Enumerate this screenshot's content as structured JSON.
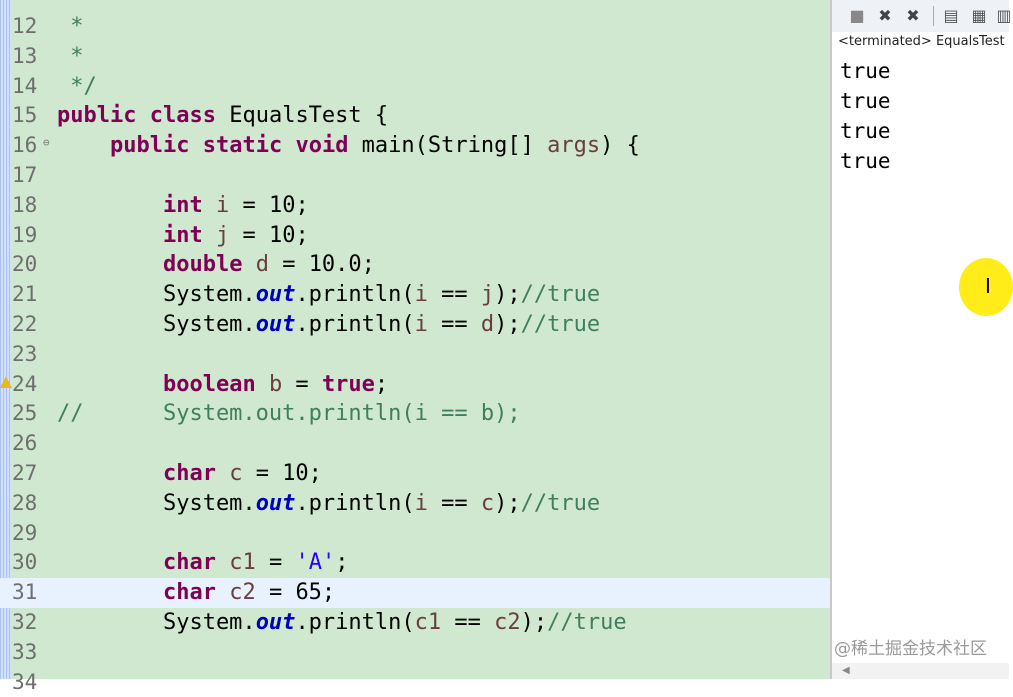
{
  "editor": {
    "lines": [
      {
        "n": "12",
        "html": " <span class=\"cm\">*</span>"
      },
      {
        "n": "13",
        "html": " <span class=\"cm\">*</span>"
      },
      {
        "n": "14",
        "html": " <span class=\"cm\">*/</span>"
      },
      {
        "n": "15",
        "html": "<span class=\"kw\">public</span> <span class=\"kw\">class</span> EqualsTest {"
      },
      {
        "n": "16",
        "html": "    <span class=\"kw\">public</span> <span class=\"kw\">static</span> <span class=\"kw\">void</span> main(String[] <span class=\"var\">args</span>) {",
        "fold": true
      },
      {
        "n": "17",
        "html": ""
      },
      {
        "n": "18",
        "html": "        <span class=\"kw\">int</span> <span class=\"var\">i</span> = 10;"
      },
      {
        "n": "19",
        "html": "        <span class=\"kw\">int</span> <span class=\"var\">j</span> = 10;"
      },
      {
        "n": "20",
        "html": "        <span class=\"kw\">double</span> <span class=\"var\">d</span> = 10.0;"
      },
      {
        "n": "21",
        "html": "        System.<span class=\"fld\">out</span>.println(<span class=\"var\">i</span> == <span class=\"var\">j</span>);<span class=\"cm\">//true</span>"
      },
      {
        "n": "22",
        "html": "        System.<span class=\"fld\">out</span>.println(<span class=\"var\">i</span> == <span class=\"var\">d</span>);<span class=\"cm\">//true</span>"
      },
      {
        "n": "23",
        "html": ""
      },
      {
        "n": "24",
        "html": "        <span class=\"kw\">boolean</span> <span class=\"var\">b</span> = <span class=\"kw\">true</span>;",
        "marker": true
      },
      {
        "n": "25",
        "html": "<span class=\"cm\">//      System.out.println(i == b);</span>"
      },
      {
        "n": "26",
        "html": ""
      },
      {
        "n": "27",
        "html": "        <span class=\"kw\">char</span> <span class=\"var\">c</span> = 10;"
      },
      {
        "n": "28",
        "html": "        System.<span class=\"fld\">out</span>.println(<span class=\"var\">i</span> == <span class=\"var\">c</span>);<span class=\"cm\">//true</span>"
      },
      {
        "n": "29",
        "html": ""
      },
      {
        "n": "30",
        "html": "        <span class=\"kw\">char</span> <span class=\"var\">c1</span> = <span class=\"str\">'A'</span>;"
      },
      {
        "n": "31",
        "html": "        <span class=\"kw\">char</span> <span class=\"var\">c2</span> = 65;",
        "current": true
      },
      {
        "n": "32",
        "html": "        System.<span class=\"fld\">out</span>.println(<span class=\"var\">c1</span> == <span class=\"var\">c2</span>);<span class=\"cm\">//true</span>"
      },
      {
        "n": "33",
        "html": ""
      },
      {
        "n": "34",
        "html": ""
      }
    ]
  },
  "console": {
    "title": "<terminated> EqualsTest",
    "output": [
      "true",
      "true",
      "true",
      "true"
    ],
    "toolbar": [
      "terminate-icon",
      "remove-launch-icon",
      "remove-all-icon",
      "pin-console-icon",
      "scroll-lock-icon",
      "word-wrap-icon"
    ]
  },
  "watermark": "@稀土掘金技术社区"
}
